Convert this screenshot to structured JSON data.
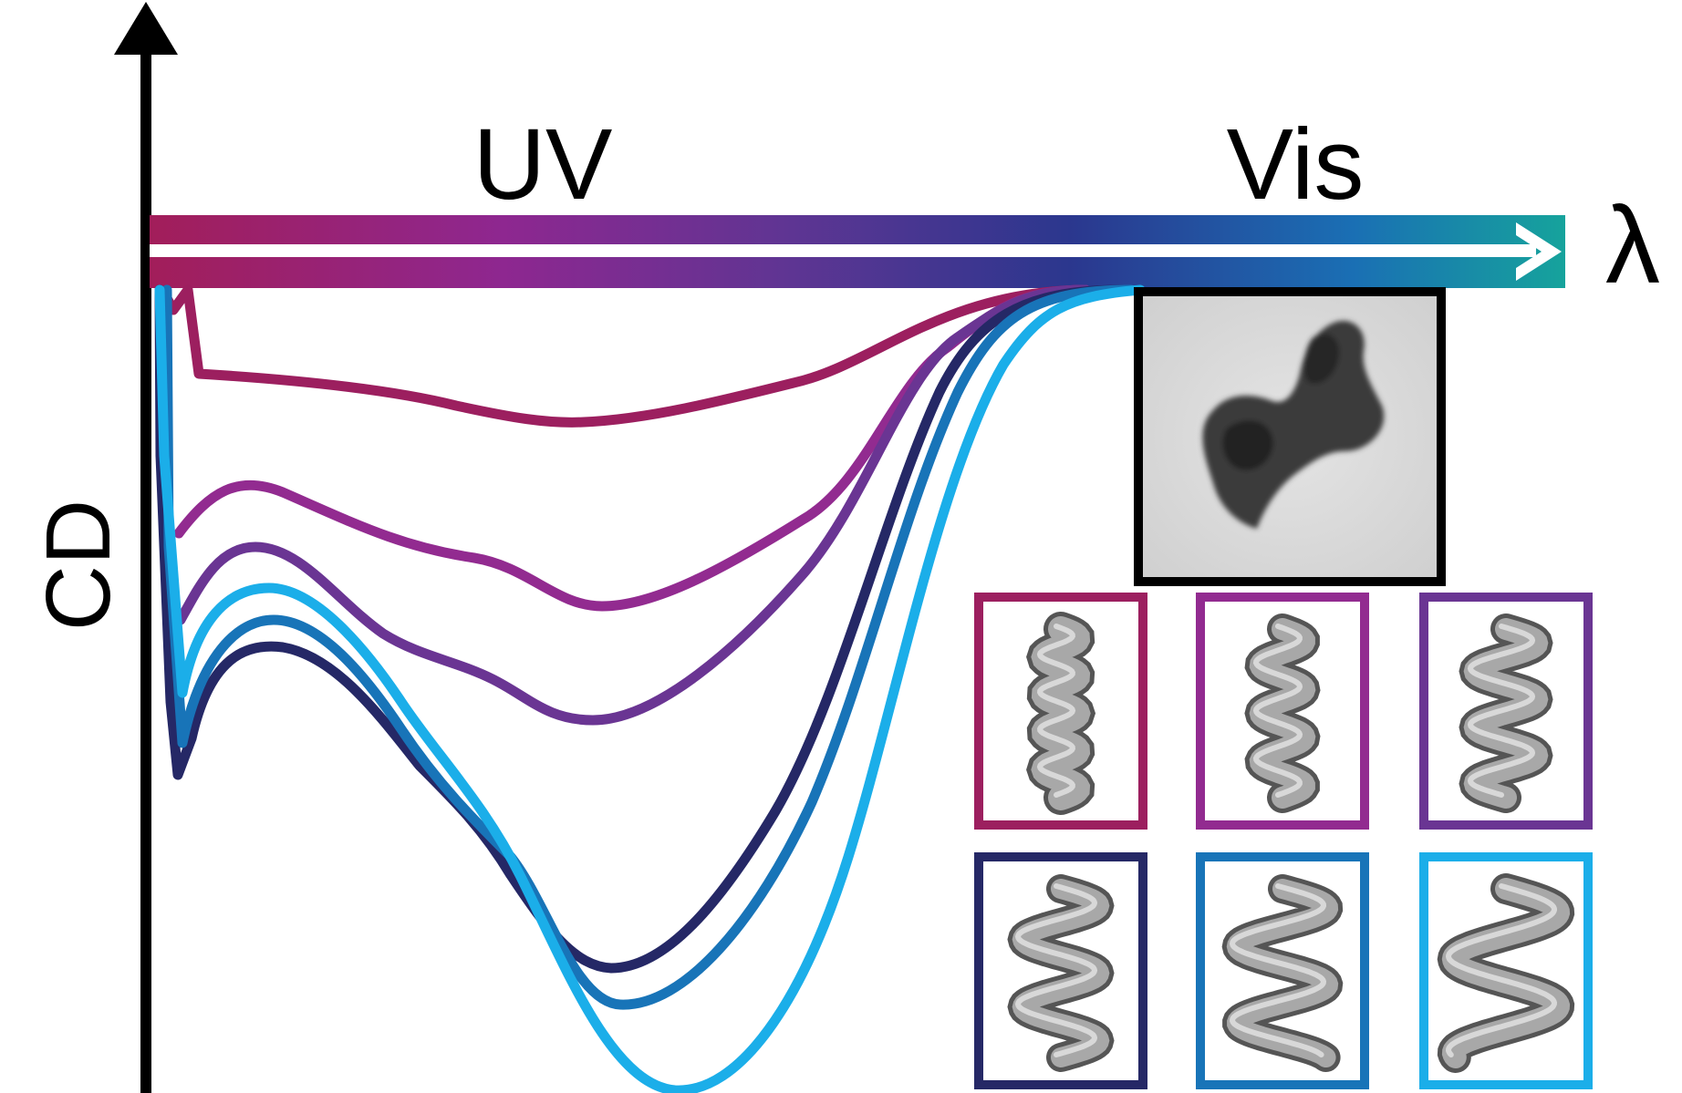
{
  "labels": {
    "y_axis": "CD",
    "x_axis": "λ",
    "region_uv": "UV",
    "region_vis": "Vis"
  },
  "colors": {
    "series": [
      "#9c1f5f",
      "#922b90",
      "#6a3593",
      "#252866",
      "#1874b8",
      "#1baee9"
    ],
    "axis_gradient": [
      "#a21e5a",
      "#8e2790",
      "#5f3593",
      "#2b378e",
      "#1a6fb4",
      "#16a39c"
    ],
    "axis": "#000000",
    "frame_tem": "#000000"
  },
  "insets": {
    "tem_image": "tem-micrograph",
    "helix_models": [
      {
        "shape": "tight-helix"
      },
      {
        "shape": "helix-3-turns"
      },
      {
        "shape": "helix-wider"
      },
      {
        "shape": "helix-open"
      },
      {
        "shape": "helix-more-open"
      },
      {
        "shape": "helix-s-shape"
      }
    ]
  }
}
